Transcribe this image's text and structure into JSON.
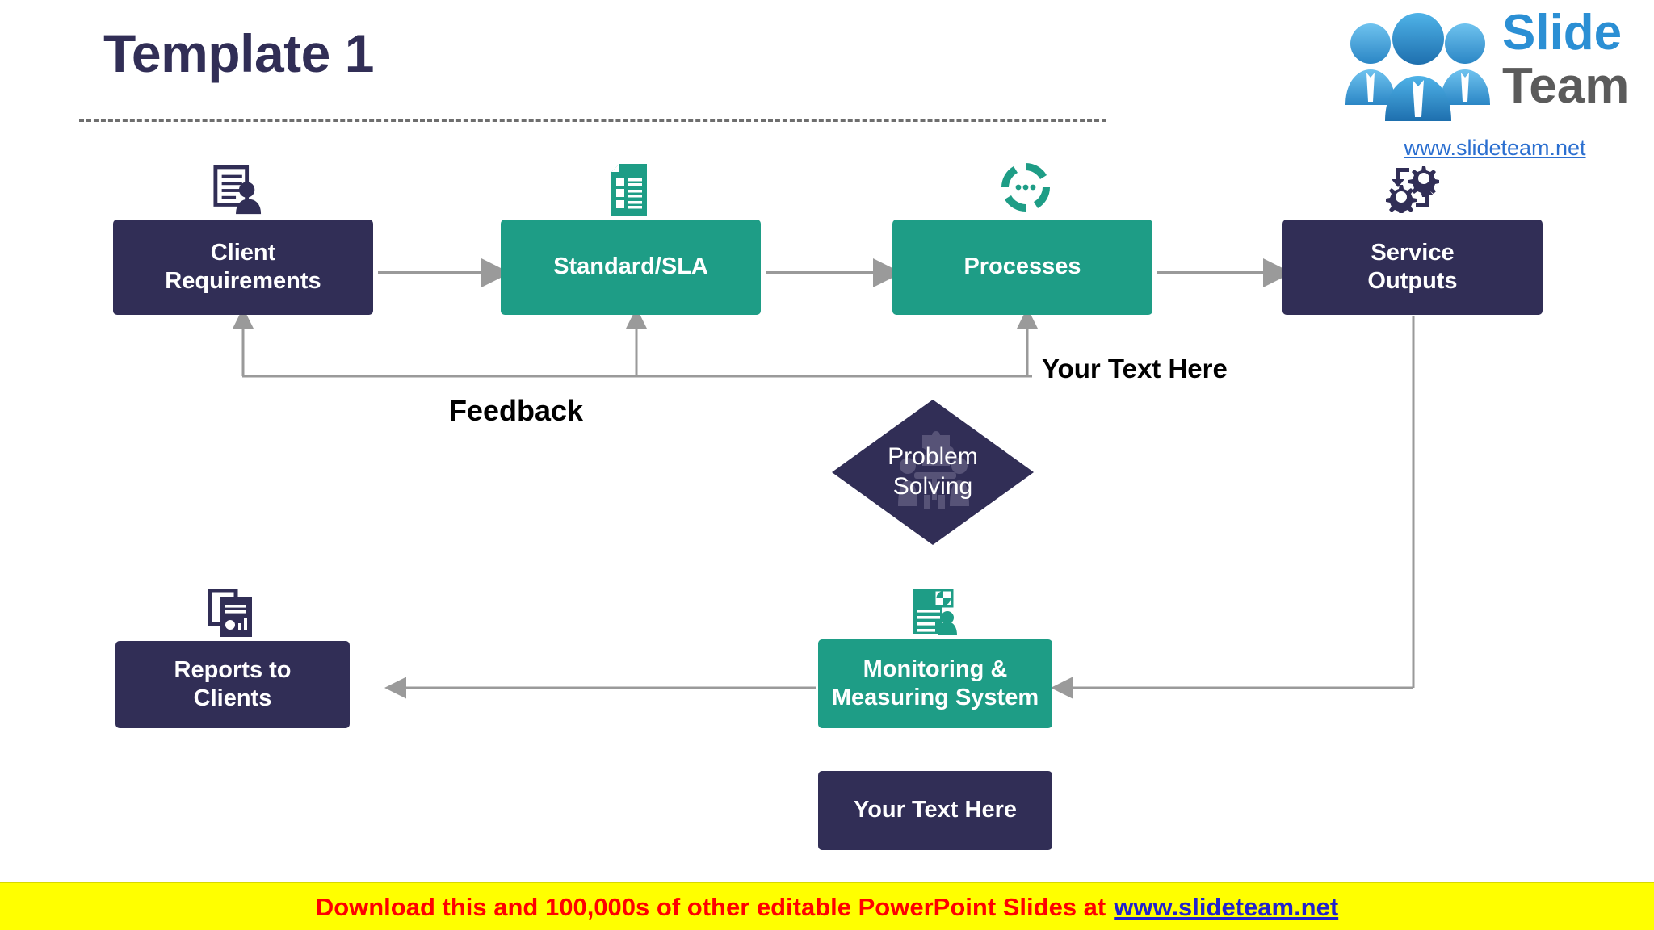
{
  "slide": {
    "title": "Template 1",
    "background_color": "#ffffff"
  },
  "brand": {
    "logo_name_part1": "Slide",
    "logo_name_part2": "Team",
    "logo_url": "www.slideteam.net",
    "blue": "#2b8fd4",
    "gray": "#5b5b5b"
  },
  "palette": {
    "navy": "#312e56",
    "teal": "#1e9d86",
    "connector_gray": "#9a9a9a",
    "footer_yellow": "#ffff00",
    "footer_red": "#ff0000",
    "footer_link_blue": "#2222cc"
  },
  "flow": {
    "top_row": [
      {
        "id": "client",
        "label": "Client\nRequirements",
        "label_line1": "Client",
        "label_line2": "Requirements",
        "color": "#312e56",
        "icon": "document-person-icon"
      },
      {
        "id": "standard",
        "label": "Standard/SLA",
        "label_line1": "Standard/SLA",
        "label_line2": "",
        "color": "#1e9d86",
        "icon": "checklist-document-icon"
      },
      {
        "id": "processes",
        "label": "Processes",
        "label_line1": "Processes",
        "label_line2": "",
        "color": "#1e9d86",
        "icon": "cycle-arrows-icon"
      },
      {
        "id": "service",
        "label": "Service\nOutputs",
        "label_line1": "Service",
        "label_line2": "Outputs",
        "color": "#312e56",
        "icon": "gears-process-icon"
      }
    ],
    "bottom_row": [
      {
        "id": "reports",
        "label_line1": "Reports to",
        "label_line2": "Clients",
        "color": "#312e56",
        "icon": "report-chart-icon"
      },
      {
        "id": "monitoring",
        "label_line1": "Monitoring &",
        "label_line2": "Measuring System",
        "color": "#1e9d86",
        "icon": "monitor-report-person-icon"
      }
    ],
    "diamond": {
      "label_line1": "Problem",
      "label_line2": "Solving",
      "color": "#312e56",
      "icon": "puzzle-team-icon"
    },
    "placeholder_box": {
      "label": "Your Text Here",
      "color": "#312e56"
    }
  },
  "labels": {
    "feedback": "Feedback",
    "your_text_here": "Your Text Here"
  },
  "footer": {
    "text": "Download this and 100,000s of other editable PowerPoint Slides at",
    "link": "www.slideteam.net"
  }
}
